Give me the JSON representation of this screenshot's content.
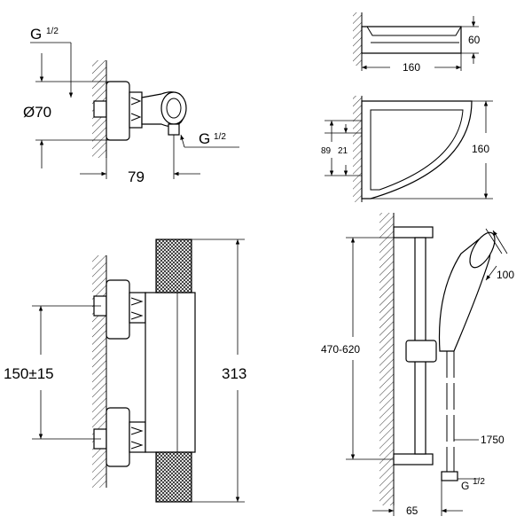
{
  "views": {
    "valve_side": {
      "thread_top": "G",
      "thread_top_frac": "1/2",
      "diameter": "Ø70",
      "thread_bottom": "G",
      "thread_bottom_frac": "1/2",
      "depth": "79"
    },
    "valve_front": {
      "center_distance": "150±15",
      "height": "313"
    },
    "shelf_front": {
      "height": "60",
      "width": "160"
    },
    "shelf_top": {
      "depth_a": "89",
      "depth_b": "21",
      "width": "160"
    },
    "shower_set": {
      "rail_height": "470-620",
      "head_diameter": "100",
      "hose_length": "1750",
      "outlet": "G",
      "outlet_frac": "1/2",
      "offset": "65"
    }
  },
  "colors": {
    "line": "#000000",
    "background": "#ffffff"
  }
}
